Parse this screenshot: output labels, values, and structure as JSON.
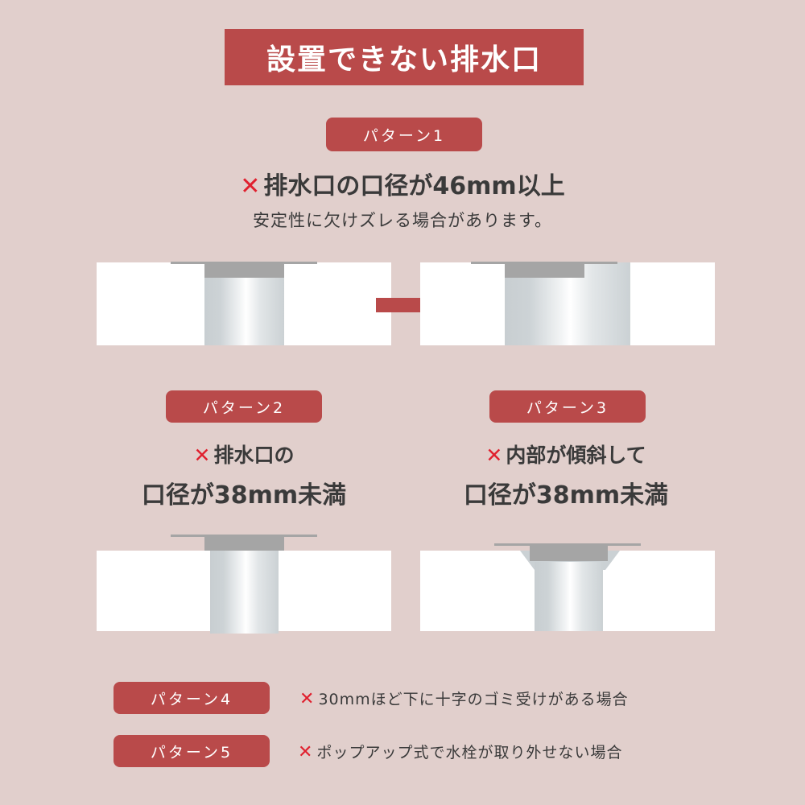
{
  "title": "設置できない排水口",
  "colors": {
    "background": "#e1cfcc",
    "accent": "#b94a4a",
    "x_mark": "#e0202e",
    "text": "#3a3a3a",
    "pipe_cap": "#a5a5a5"
  },
  "patterns": [
    {
      "label": "パターン1",
      "x_mark": "✕",
      "heading": "排水口の口径が46mm以上",
      "description": "安定性に欠けズレる場合があります。"
    },
    {
      "label": "パターン2",
      "x_mark": "✕",
      "heading_line1": "排水口の",
      "heading_line2": "口径が38mm未満"
    },
    {
      "label": "パターン3",
      "x_mark": "✕",
      "heading_line1": "内部が傾斜して",
      "heading_line2": "口径が38mm未満"
    },
    {
      "label": "パターン4",
      "x_mark": "✕",
      "text": "30mmほど下に十字のゴミ受けがある場合"
    },
    {
      "label": "パターン5",
      "x_mark": "✕",
      "text": "ポップアップ式で水栓が取り外せない場合"
    }
  ],
  "icons": {
    "arrow": "right-arrow"
  }
}
